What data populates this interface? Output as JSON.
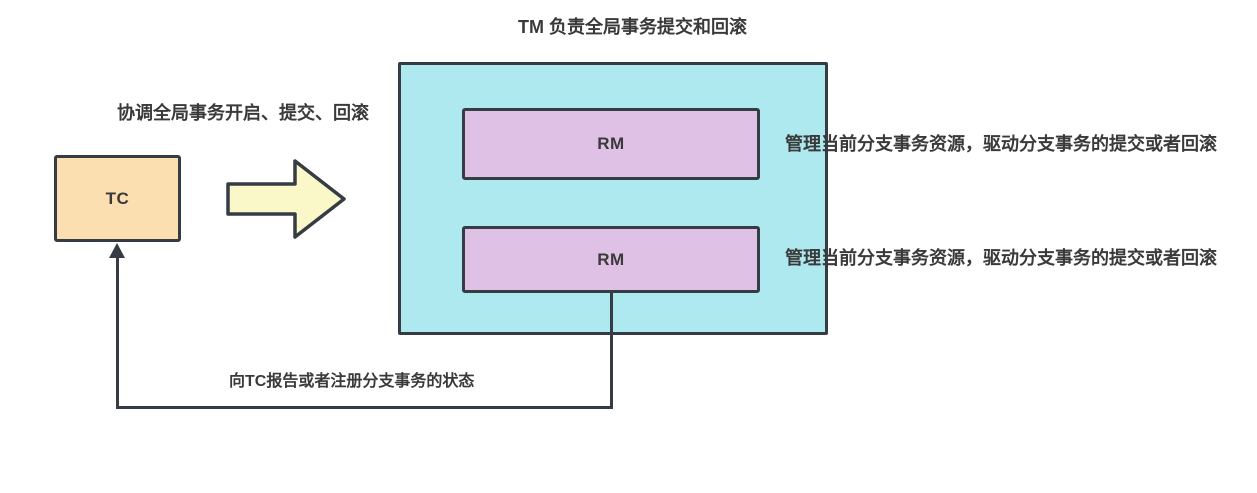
{
  "title": "TM 负责全局事务提交和回滚",
  "nodes": {
    "tc": {
      "label": "TC"
    },
    "rm1": {
      "label": "RM"
    },
    "rm2": {
      "label": "RM"
    }
  },
  "labels": {
    "tc_role": "协调全局事务开启、提交、回滚",
    "rm1_role": "管理当前分支事务资源，驱动分支事务的提交或者回滚",
    "rm2_role": "管理当前分支事务资源，驱动分支事务的提交或者回滚",
    "report": "向TC报告或者注册分支事务的状态"
  },
  "colors": {
    "tc_fill": "#FBDFB0",
    "arrow_fill": "#FAF8C8",
    "container_fill": "#AEE9F0",
    "rm_fill": "#DEC1E5",
    "border": "#363C44",
    "text": "#3A3A3A"
  }
}
